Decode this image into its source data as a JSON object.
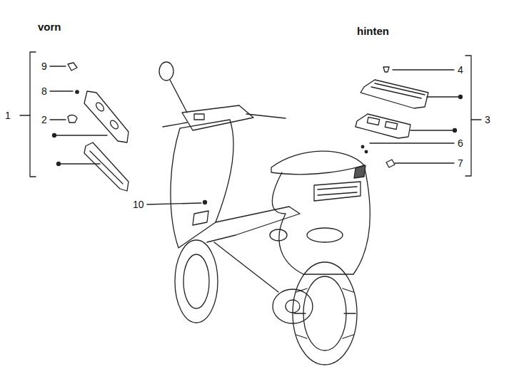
{
  "diagram": {
    "labels": [
      "vorn",
      "hinten",
      "9",
      "4",
      "8",
      "1",
      "2",
      "3",
      "6",
      "7",
      "10"
    ]
  }
}
